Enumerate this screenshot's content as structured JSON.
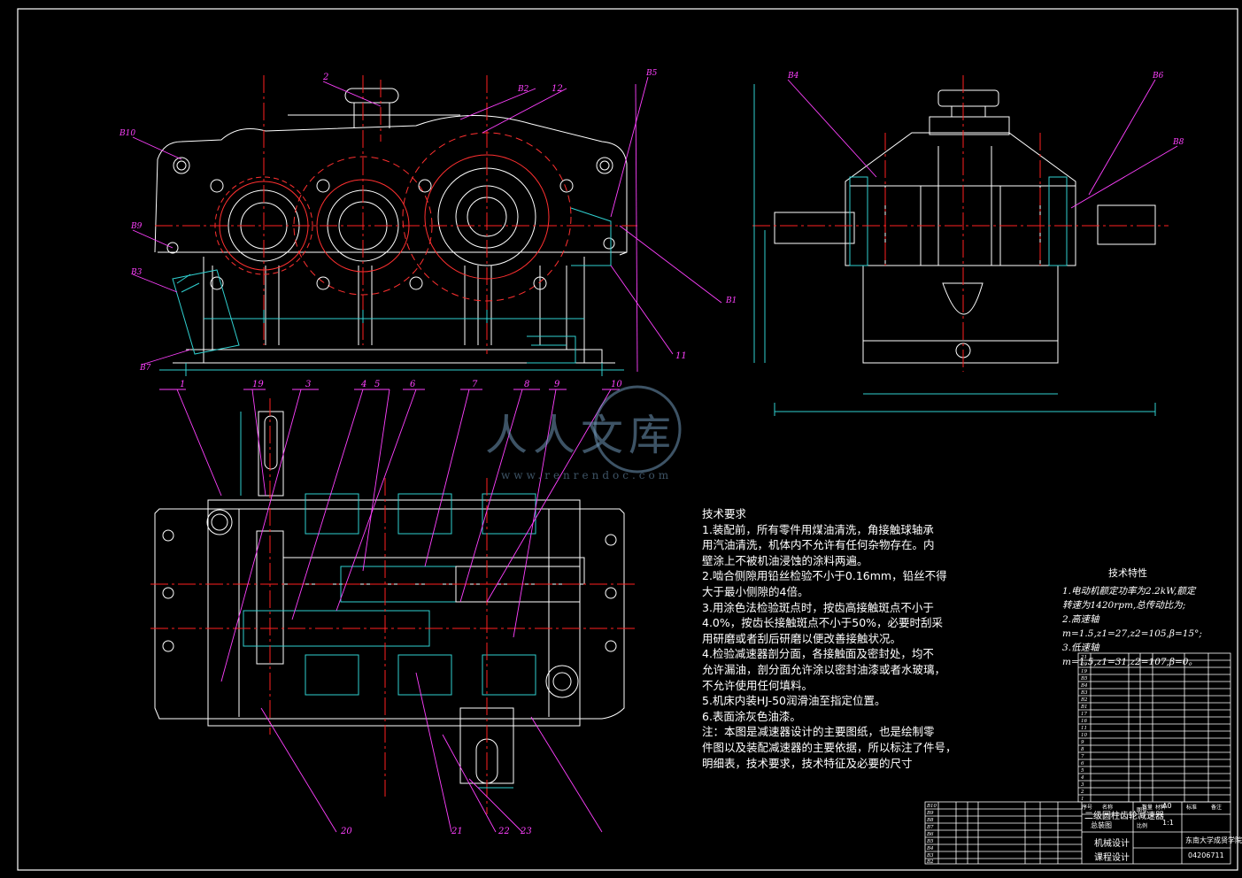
{
  "technical_requirements": {
    "title": "技术要求",
    "lines": [
      "1.装配前，所有零件用煤油清洗，角接触球轴承",
      "用汽油清洗，机体内不允许有任何杂物存在。内",
      "壁涂上不被机油浸蚀的涂料两遍。",
      "2.啮合侧隙用铅丝检验不小于0.16mm，铅丝不得",
      "大于最小侧隙的4倍。",
      "3.用涂色法检验斑点时，按齿高接触斑点不小于",
      "4.0%，按齿长接触斑点不小于50%，必要时刮采",
      "用研磨或者刮后研磨以便改善接触状况。",
      "4.检验减速器剖分面，各接触面及密封处，均不",
      "允许漏油，剖分面允许涂以密封油漆或者水玻璃，",
      "不允许使用任何填料。",
      "5.机床内装HJ-50润滑油至指定位置。",
      "6.表面涂灰色油漆。",
      "注：本图是减速器设计的主要图纸，也是绘制零",
      "件图以及装配减速器的主要依据，所以标注了件号，",
      "明细表，技术要求，技术特征及必要的尺寸"
    ]
  },
  "technical_specs": {
    "title": "技术特性",
    "lines": [
      "1.电动机额定功率为2.2kW,额定",
      "转速为1420rpm,总传动比为;",
      "2.高速轴",
      "m=1.5,z1=27,z2=105,β=15°;",
      "3.低速轴",
      "m=1.5,z1=31,z2=107,β=0。"
    ]
  },
  "part_numbers": [
    "1",
    "2",
    "3",
    "4",
    "5",
    "6",
    "7",
    "8",
    "9",
    "10",
    "11",
    "12",
    "19",
    "20",
    "21",
    "22",
    "23"
  ],
  "ref_labels": [
    "B1",
    "B2",
    "B3",
    "B4",
    "B5",
    "B6",
    "B7",
    "B8",
    "B9",
    "B10"
  ],
  "title_block": {
    "drawing_name": "二级圆柱齿轮减速器",
    "sub_name": "总装图",
    "course_a": "机械设计",
    "course_b": "课程设计",
    "scale_label": "比例",
    "scale_value": "1:1",
    "sheet_label": "图号",
    "sheet_value": "A0",
    "school": "东南大学成贤学院",
    "student_no": "04206711",
    "seq_label": "序号",
    "name_label": "名称",
    "qty_label": "数量",
    "mat_label": "材料",
    "std_label": "标准",
    "note_label": "备注"
  },
  "watermark": {
    "text": "人人文库",
    "url": "www.renrendoc.com"
  },
  "colors": {
    "bg": "#000000",
    "outline": "#ffffff",
    "gear": "#ff3030",
    "leader": "#ff40ff",
    "center": "#ff2020",
    "hatch": "#30d0d0",
    "dim": "#30d0d0",
    "shaft": "#ffff40",
    "frame": "#ffffff"
  }
}
